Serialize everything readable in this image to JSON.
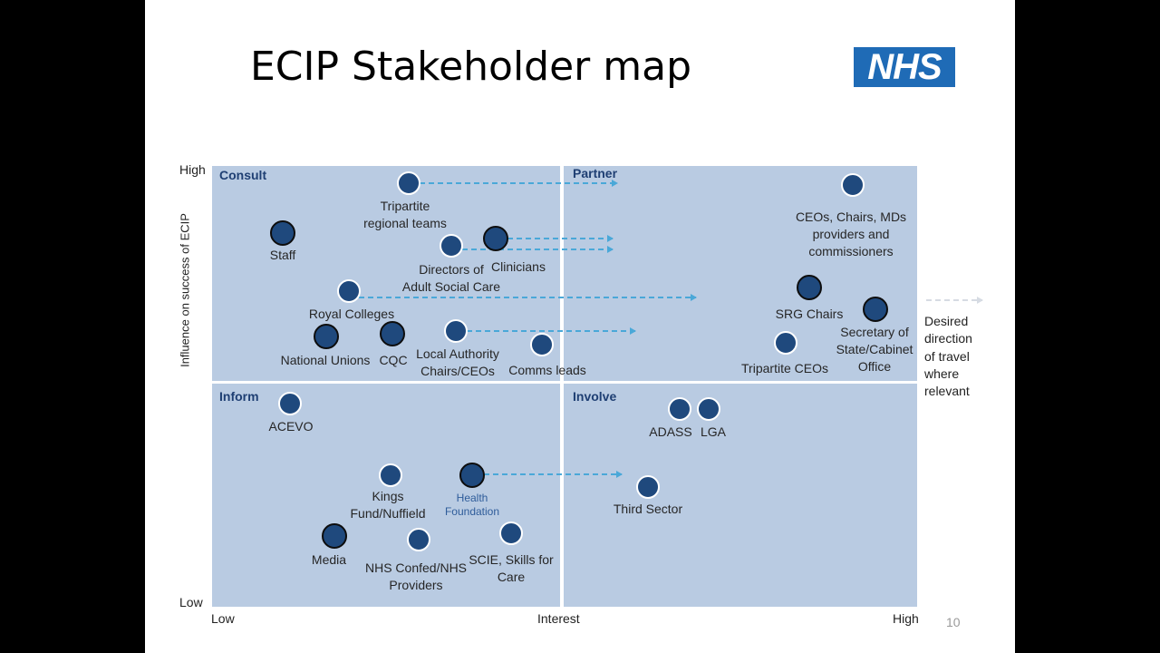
{
  "slide": {
    "title": "ECIP Stakeholder map",
    "logo_text": "NHS",
    "page_number": "10"
  },
  "axes": {
    "y_label": "Influence on success of ECIP",
    "y_high": "High",
    "y_low": "Low",
    "x_low": "Low",
    "x_mid": "Interest",
    "x_high": "High"
  },
  "quadrants": {
    "consult": "Consult",
    "partner": "Partner",
    "inform": "Inform",
    "involve": "Involve"
  },
  "legend": {
    "lines": [
      "Desired",
      "direction",
      "of travel",
      "where",
      "relevant"
    ]
  },
  "colors": {
    "quadrant_fill": "#b9cbe2",
    "dot_fill": "#1f497d",
    "arrow": "#4aa8d8",
    "logo_blue": "#1f6bb6"
  },
  "stakeholders": [
    {
      "id": "tripartite-regional-teams",
      "lines": [
        "Tripartite",
        "regional teams"
      ]
    },
    {
      "id": "staff",
      "lines": [
        "Staff"
      ]
    },
    {
      "id": "directors-of-adult-social-care",
      "lines": [
        "Directors of",
        "Adult Social Care"
      ]
    },
    {
      "id": "clinicians",
      "lines": [
        "Clinicians"
      ]
    },
    {
      "id": "royal-colleges",
      "lines": [
        "Royal Colleges"
      ]
    },
    {
      "id": "national-unions",
      "lines": [
        "National Unions"
      ]
    },
    {
      "id": "cqc",
      "lines": [
        "CQC"
      ]
    },
    {
      "id": "local-authority-chairs-ceos",
      "lines": [
        "Local Authority",
        "Chairs/CEOs"
      ]
    },
    {
      "id": "comms-leads",
      "lines": [
        "Comms leads"
      ]
    },
    {
      "id": "ceos-chairs-mds",
      "lines": [
        "CEOs, Chairs, MDs",
        "providers and",
        "commissioners"
      ]
    },
    {
      "id": "srg-chairs",
      "lines": [
        "SRG Chairs"
      ]
    },
    {
      "id": "secretary-of-state",
      "lines": [
        "Secretary of",
        "State/Cabinet",
        "Office"
      ]
    },
    {
      "id": "tripartite-ceos",
      "lines": [
        "Tripartite CEOs"
      ]
    },
    {
      "id": "acevo",
      "lines": [
        "ACEVO"
      ]
    },
    {
      "id": "adass",
      "lines": [
        "ADASS"
      ]
    },
    {
      "id": "lga",
      "lines": [
        "LGA"
      ]
    },
    {
      "id": "kings-fund-nuffield",
      "lines": [
        "Kings",
        "Fund/Nuffield"
      ]
    },
    {
      "id": "health-foundation",
      "lines": [
        "Health",
        "Foundation"
      ]
    },
    {
      "id": "third-sector",
      "lines": [
        "Third Sector"
      ]
    },
    {
      "id": "media",
      "lines": [
        "Media"
      ]
    },
    {
      "id": "nhs-confed",
      "lines": [
        "NHS Confed/NHS",
        "Providers"
      ]
    },
    {
      "id": "scie-skills-for-care",
      "lines": [
        "SCIE, Skills for",
        "Care"
      ]
    }
  ]
}
